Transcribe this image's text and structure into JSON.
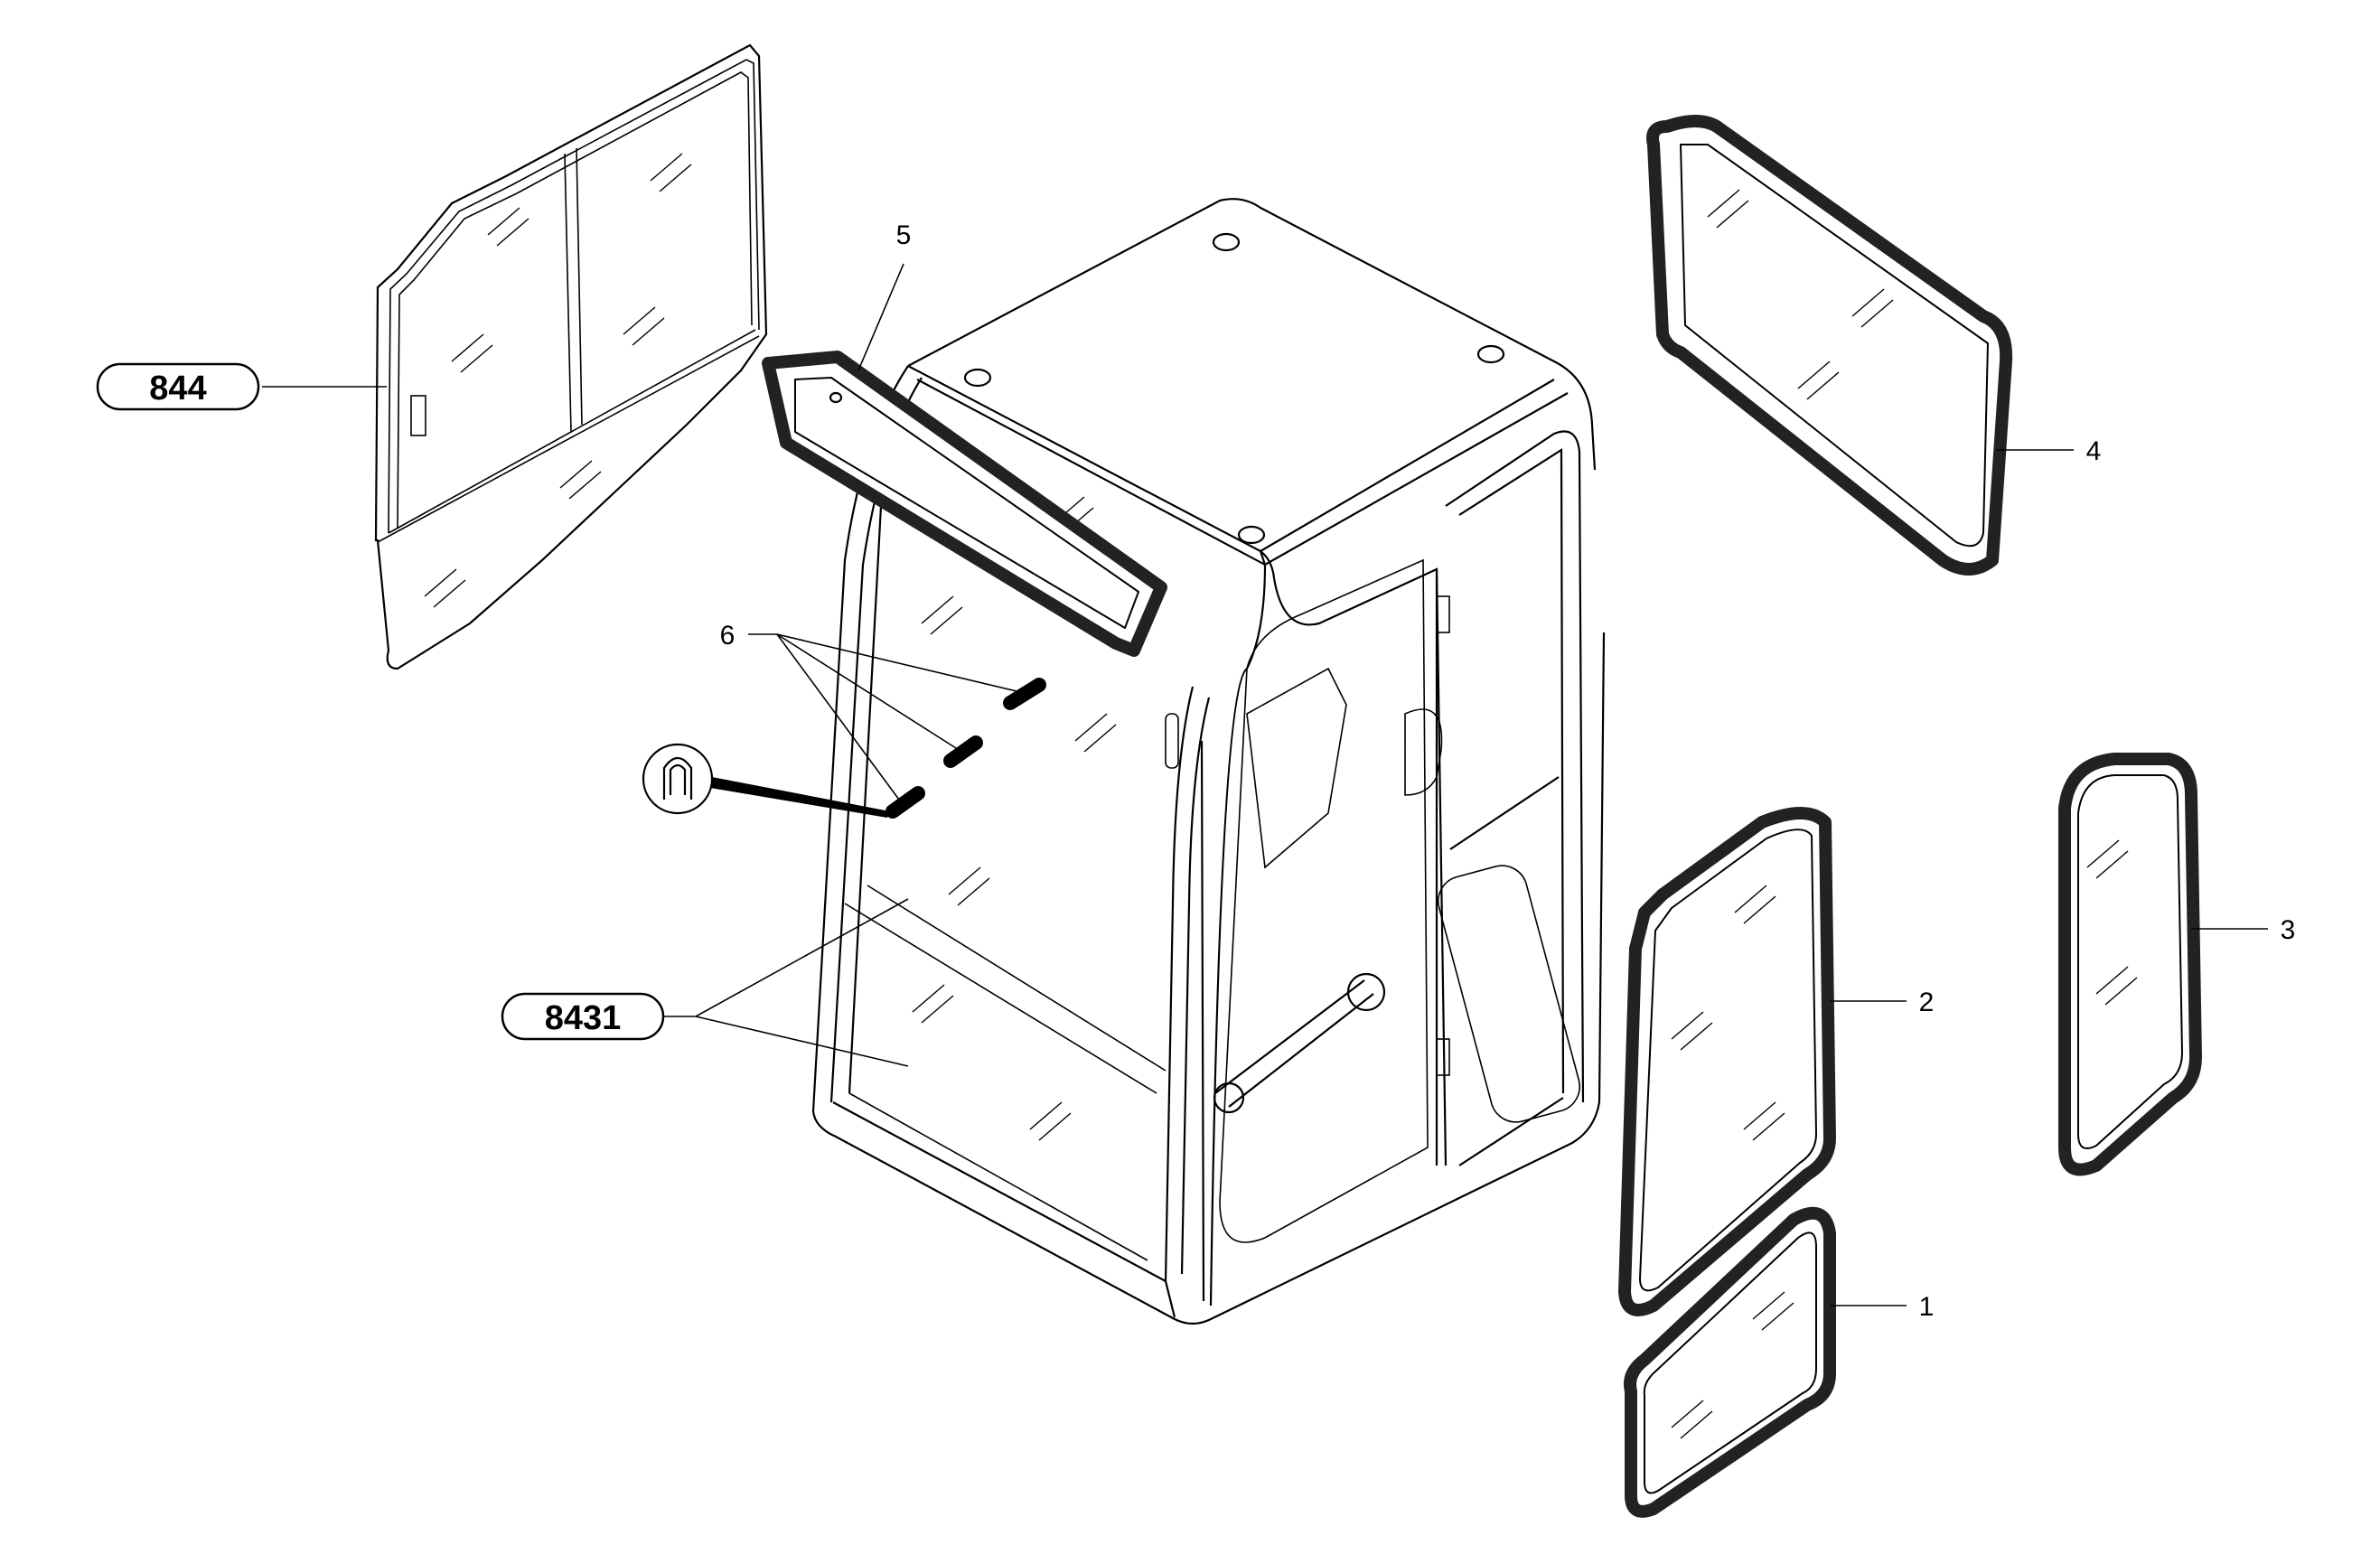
{
  "callouts": {
    "c1": "1",
    "c2": "2",
    "c3": "3",
    "c4": "4",
    "c5": "5",
    "c6": "6"
  },
  "references": {
    "r844": "844",
    "r8431": "8431"
  },
  "icons": {
    "seal_profile": "seal-profile-icon"
  }
}
